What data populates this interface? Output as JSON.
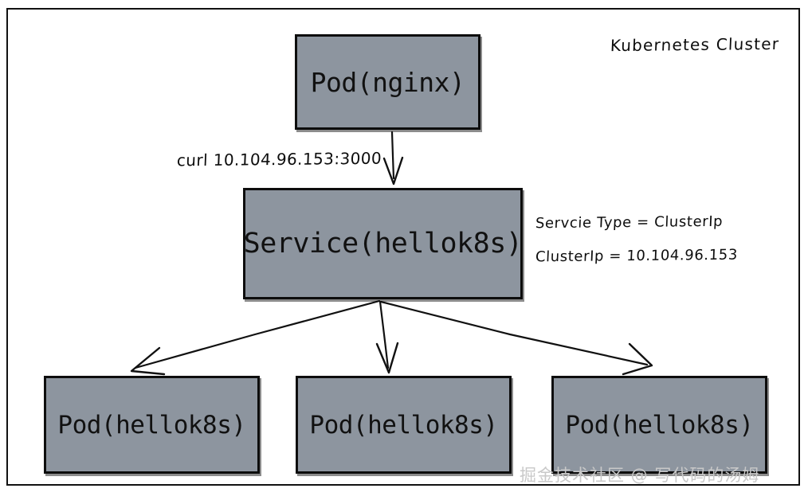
{
  "diagram": {
    "title": "Kubernetes Cluster",
    "nodes": {
      "pod_nginx": "Pod(nginx)",
      "service": "Service(hellok8s)",
      "pod_hellok8s_1": "Pod(hellok8s)",
      "pod_hellok8s_2": "Pod(hellok8s)",
      "pod_hellok8s_3": "Pod(hellok8s)"
    },
    "annotations": {
      "curl_command": "curl 10.104.96.153:3000",
      "service_type": "Servcie Type = ClusterIp",
      "cluster_ip": "ClusterIp = 10.104.96.153"
    },
    "watermark": "掘金技术社区 @ 写代码的汤姆",
    "colors": {
      "node_fill": "#8d959f",
      "node_border": "#0d0d0d",
      "frame_border": "#111111",
      "text": "#0d0d0d",
      "watermark": "#c9c9c9",
      "background": "#ffffff"
    },
    "edges": [
      {
        "from": "pod_nginx",
        "to": "service",
        "label": "curl 10.104.96.153:3000"
      },
      {
        "from": "service",
        "to": "pod_hellok8s_1",
        "label": ""
      },
      {
        "from": "service",
        "to": "pod_hellok8s_2",
        "label": ""
      },
      {
        "from": "service",
        "to": "pod_hellok8s_3",
        "label": ""
      }
    ]
  }
}
